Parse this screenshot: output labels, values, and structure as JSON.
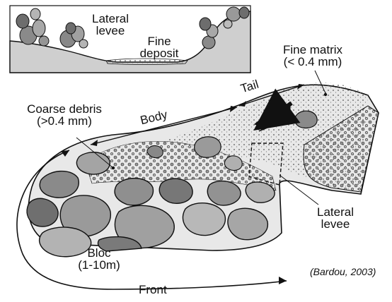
{
  "inset": {
    "lateral_levee_line1": "Lateral",
    "lateral_levee_line2": "levee",
    "fine_deposit_line1": "Fine",
    "fine_deposit_line2": "deposit"
  },
  "main": {
    "fine_matrix_line1": "Fine matrix",
    "fine_matrix_line2": "(< 0.4 mm)",
    "tail": "Tail",
    "body": "Body",
    "coarse_debris_line1": "Coarse debris",
    "coarse_debris_line2": "(>0.4 mm)",
    "lateral_levee_line1": "Lateral",
    "lateral_levee_line2": "levee",
    "bloc_line1": "Bloc",
    "bloc_line2": "(1-10m)",
    "front": "Front",
    "citation": "(Bardou, 2003)"
  },
  "colors": {
    "ink": "#111111",
    "boulder_fill": "#9a9a9a",
    "matrix_fill": "#e2e2e2",
    "inset_fill": "#cfcfcf"
  }
}
